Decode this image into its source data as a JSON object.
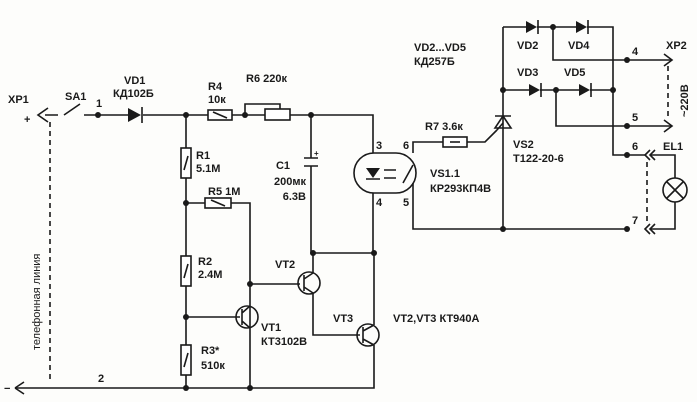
{
  "connectors": {
    "xp1": "XP1",
    "xp2": "XP2",
    "plus": "+",
    "minus": "−",
    "node1": "1",
    "node2": "2",
    "pin4": "4",
    "pin5": "5",
    "pin6": "6",
    "pin7": "7"
  },
  "line_label": "телефонная линия",
  "mains_label": "~220В",
  "components": {
    "sa1": "SA1",
    "vd1": {
      "ref": "VD1",
      "type": "КД102Б"
    },
    "r4": {
      "ref": "R4",
      "value": "10к"
    },
    "r6": {
      "ref_value": "R6 220к"
    },
    "r1": {
      "ref": "R1",
      "value": "5.1M"
    },
    "r5": {
      "ref_value": "R5 1M"
    },
    "r2": {
      "ref": "R2",
      "value": "2.4M"
    },
    "r3": {
      "ref": "R3*",
      "value": "510к"
    },
    "c1": {
      "ref": "C1",
      "value": "200мк",
      "voltage": "6.3В"
    },
    "vt1": {
      "ref": "VT1",
      "type": "КТ3102В"
    },
    "vt2": "VT2",
    "vt3": "VT3",
    "vt23_type": "VT2,VT3 КТ940А",
    "vs1": {
      "ref": "VS1.1",
      "type": "КР293КП4В",
      "pin3": "3",
      "pin4": "4",
      "pin5": "5",
      "pin6": "6"
    },
    "r7": {
      "ref_value": "R7 3.6к"
    },
    "vs2": {
      "ref": "VS2",
      "type": "Т122-20-6"
    },
    "vd_group": {
      "refs": "VD2...VD5",
      "type": "КД257Б"
    },
    "vd2": "VD2",
    "vd3": "VD3",
    "vd4": "VD4",
    "vd5": "VD5",
    "el1": "EL1"
  }
}
